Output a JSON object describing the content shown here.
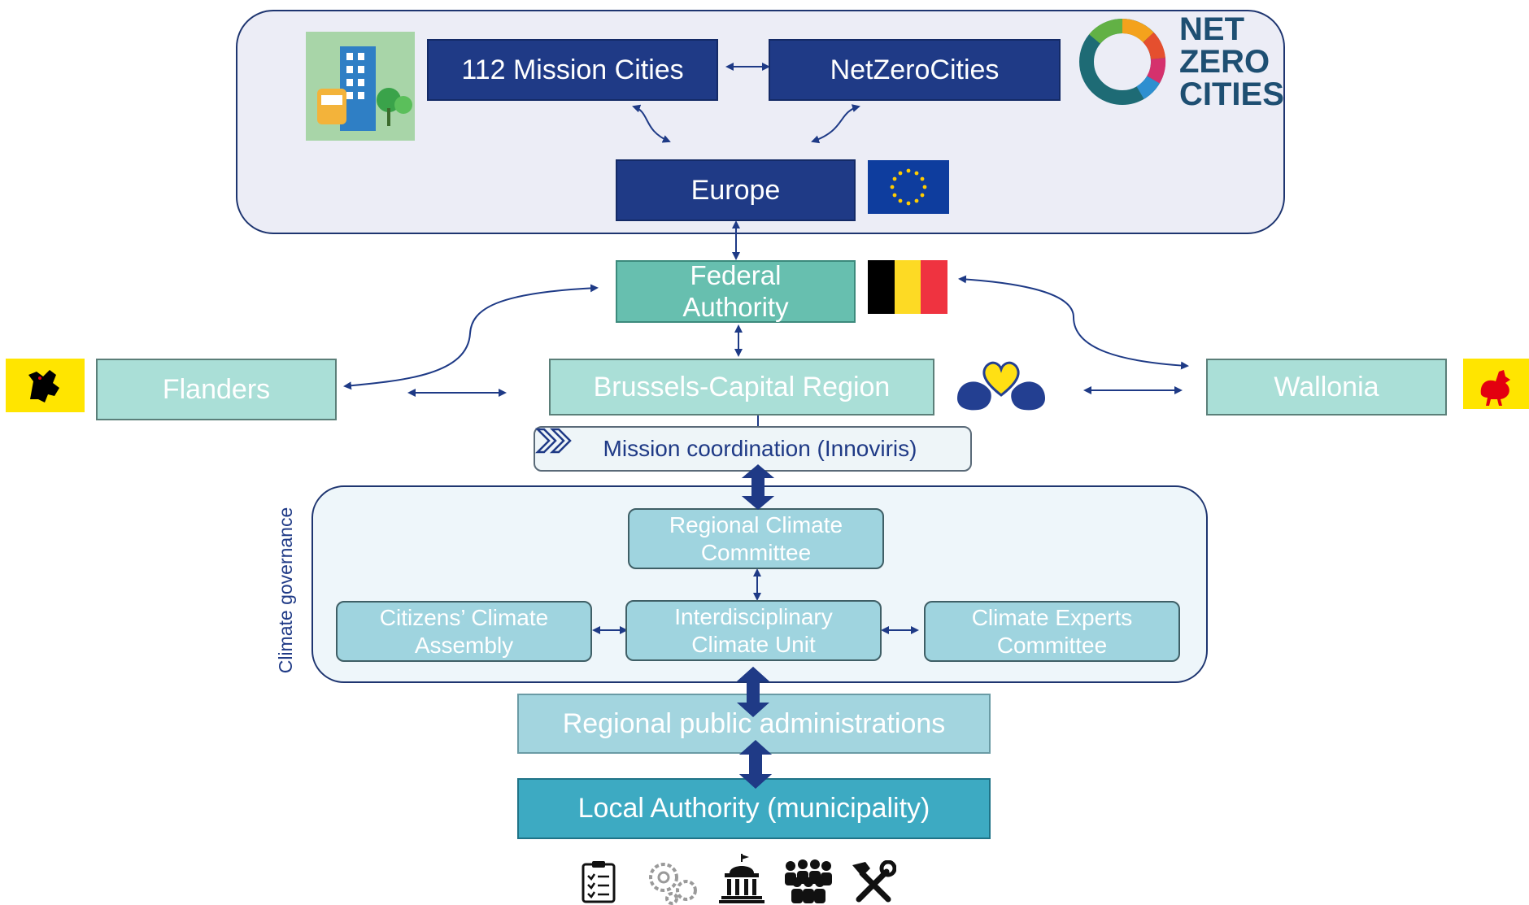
{
  "europe_level": {
    "mission_cities": "112 Mission Cities",
    "netzerocities": "NetZeroCities",
    "europe": "Europe",
    "nzc_logo_lines": [
      "NET",
      "ZERO",
      "CITIES"
    ]
  },
  "national_level": {
    "federal": "Federal Authority"
  },
  "regions": {
    "flanders": "Flanders",
    "brussels": "Brussels-Capital Region",
    "wallonia": "Wallonia"
  },
  "coordination": {
    "label": "Mission coordination (Innoviris)"
  },
  "climate_governance": {
    "side_label": "Climate governance",
    "regional_committee": "Regional Climate Committee",
    "citizens_assembly": "Citizens’ Climate Assembly",
    "interdisciplinary_unit": "Interdisciplinary Climate Unit",
    "experts_committee": "Climate Experts Committee"
  },
  "administration": {
    "regional": "Regional public administrations",
    "local": "Local Authority (municipality)"
  },
  "bottom_icons": [
    "clipboard-icon",
    "gears-icon",
    "government-building-icon",
    "people-group-icon",
    "tools-icon"
  ],
  "colors": {
    "navy": "#1f3a86",
    "teal": "#67bfaf",
    "mint": "#aadfd7",
    "light_blue": "#9fd4df",
    "dark_teal": "#3daac2",
    "eu_blue": "#0e3d9e",
    "eu_star": "#ffcc00",
    "belgium_black": "#000000",
    "belgium_yellow": "#fdda24",
    "belgium_red": "#ef3340"
  }
}
